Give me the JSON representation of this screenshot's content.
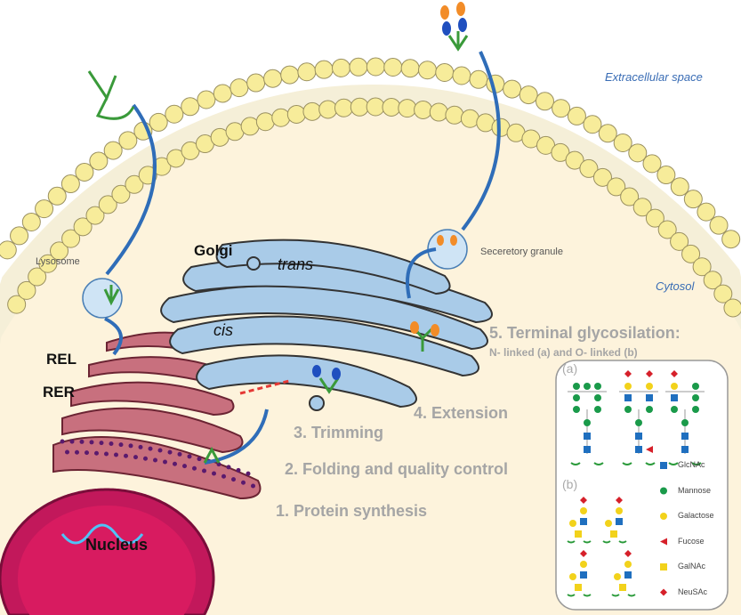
{
  "regions": {
    "extracellular": "Extracellular space",
    "cytosol": "Cytosol"
  },
  "organelles": {
    "lysosome": "Lysosome",
    "granule": "Seceretory granule",
    "golgi": "Golgi",
    "trans": "trans",
    "cis": "cis",
    "rel": "REL",
    "rer": "RER",
    "nucleus": "Nucleus"
  },
  "steps": [
    "1. Protein synthesis",
    "2. Folding and quality control",
    "3. Trimming",
    "4. Extension",
    "5. Terminal glycosilation:"
  ],
  "step5_sub": "N- linked (a) and O- linked (b)",
  "panel": {
    "a": "(a)",
    "b": "(b)"
  },
  "legend": [
    {
      "label": "GlcNAc",
      "shape": "square",
      "color": "#1f6fbf"
    },
    {
      "label": "Mannose",
      "shape": "circle",
      "color": "#1a9a4a"
    },
    {
      "label": "Galactose",
      "shape": "circle",
      "color": "#f2d21b"
    },
    {
      "label": "Fucose",
      "shape": "triangle",
      "color": "#d6202a"
    },
    {
      "label": "GalNAc",
      "shape": "square",
      "color": "#f2d21b"
    },
    {
      "label": "NeuSAc",
      "shape": "diamond",
      "color": "#d6202a"
    }
  ],
  "colors": {
    "cytosol": "#fdf3dc",
    "lipid_head": "#f7ec9a",
    "golgi": "#a9cbe8",
    "er": "#c8707e",
    "nucleus": "#c2185b",
    "arrow": "#2f6db8"
  }
}
